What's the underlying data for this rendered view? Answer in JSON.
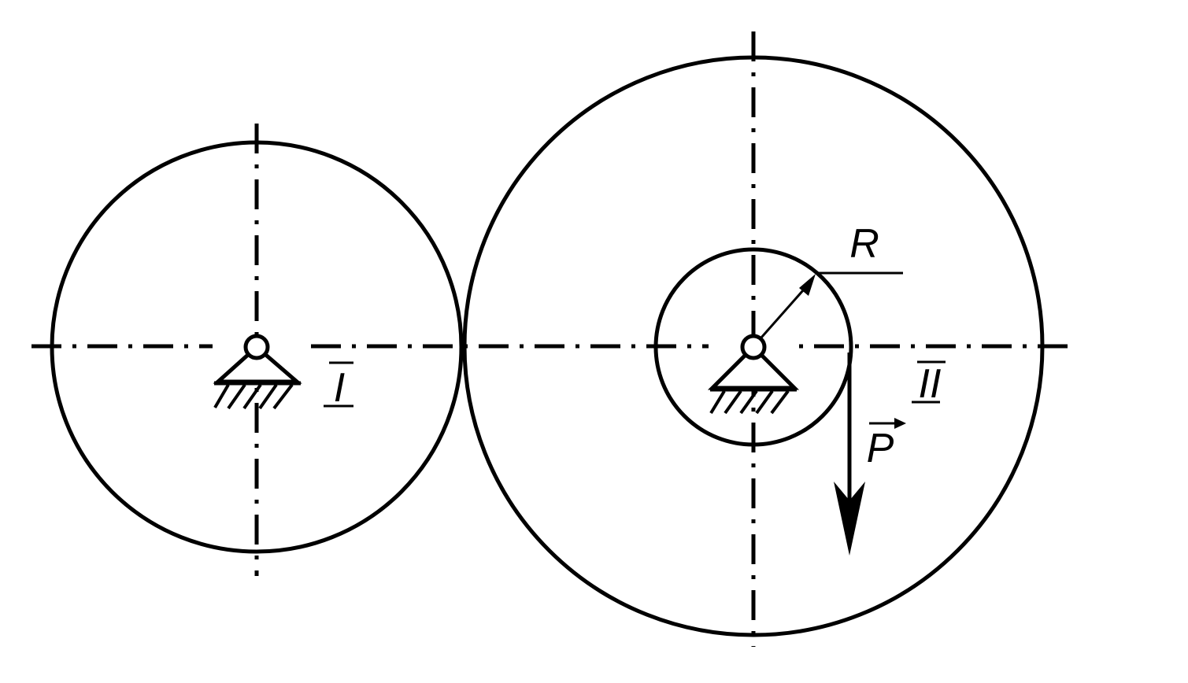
{
  "labels": {
    "wheel_one": "I",
    "wheel_two": "II",
    "radius": "R",
    "force": "P"
  },
  "colors": {
    "ink": "#000000",
    "background": "#ffffff"
  }
}
